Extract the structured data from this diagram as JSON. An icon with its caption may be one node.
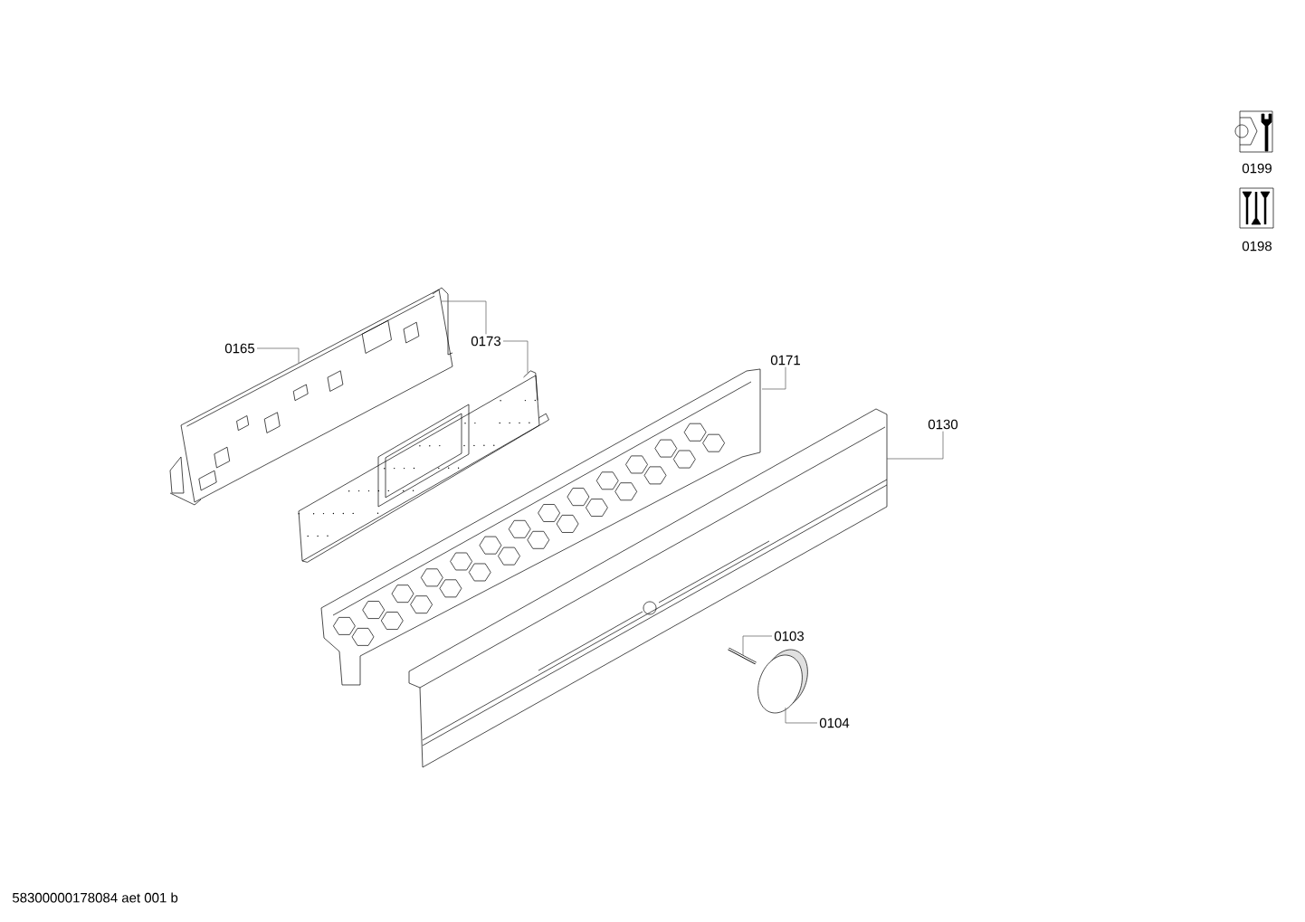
{
  "diagram": {
    "nodes": [
      {
        "text": [
          "0165"
        ]
      },
      {
        "text": [
          "0173"
        ]
      },
      {
        "text": [
          "0171"
        ]
      },
      {
        "text": [
          "0130"
        ]
      },
      {
        "text": [
          "0103"
        ]
      },
      {
        "text": [
          "0104"
        ]
      },
      {
        "text": [],
        "shape": "picture"
      },
      {
        "text": [],
        "shape": "picture"
      },
      {
        "text": [],
        "shape": "picture"
      },
      {
        "text": [],
        "shape": "picture"
      },
      {
        "text": [],
        "shape": "picture"
      },
      {
        "text": [],
        "shape": "circle"
      },
      {
        "text": [
          "0199"
        ]
      },
      {
        "text": [
          "0198"
        ]
      }
    ],
    "edges": [
      {
        "from": 0,
        "to": 6,
        "arrow": "none"
      },
      {
        "from": 1,
        "to": 6,
        "arrow": "none"
      },
      {
        "from": 1,
        "to": 7,
        "arrow": "none"
      },
      {
        "from": 2,
        "to": 8,
        "arrow": "none"
      },
      {
        "from": 3,
        "to": 9,
        "arrow": "none"
      },
      {
        "from": 4,
        "to": 10,
        "arrow": "none"
      },
      {
        "from": 5,
        "to": 11,
        "arrow": "none"
      }
    ],
    "labels": [
      "58300000178084 aet 001 b"
    ]
  }
}
